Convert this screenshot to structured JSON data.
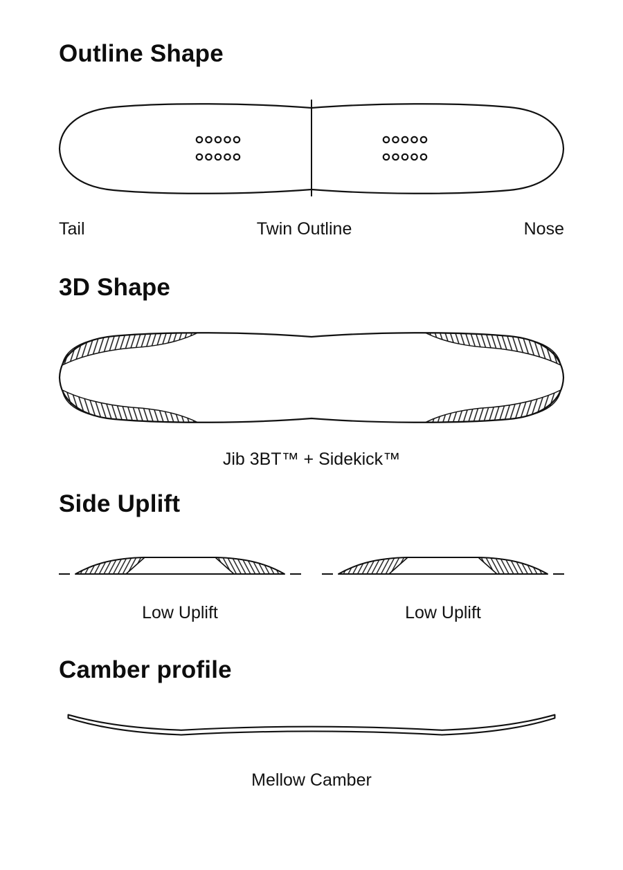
{
  "colors": {
    "ink": "#111111",
    "background": "#ffffff"
  },
  "outline_section": {
    "title": "Outline Shape",
    "tail_label": "Tail",
    "center_label": "Twin Outline",
    "nose_label": "Nose"
  },
  "shape3d_section": {
    "title": "3D Shape",
    "caption": "Jib 3BT™ + Sidekick™"
  },
  "uplift_section": {
    "title": "Side Uplift",
    "left_caption": "Low Uplift",
    "right_caption": "Low Uplift"
  },
  "camber_section": {
    "title": "Camber profile",
    "caption": "Mellow Camber"
  }
}
